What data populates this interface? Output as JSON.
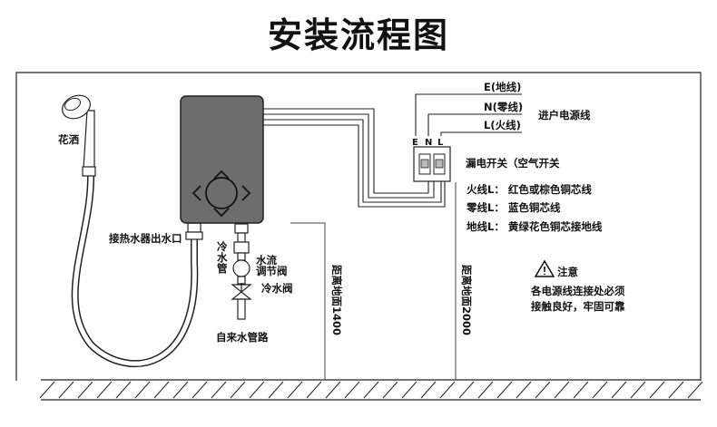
{
  "title": "安装流程图",
  "labels": {
    "shower": "花洒",
    "heater_outlet": "接热水器出水口",
    "cold_pipe_1": "冷",
    "cold_pipe_2": "水",
    "cold_pipe_3": "管",
    "flow_valve_1": "水流",
    "flow_valve_2": "调节阀",
    "cold_valve": "冷水阀",
    "tap_water": "自来水管路",
    "dist_1400": "距离地面1400",
    "dist_2000": "距离地面2000",
    "wire_e": "E(地线)",
    "wire_n": "N(零线)",
    "wire_l": "L(火线)",
    "power_in": "进户电源线",
    "breaker": "漏电开关（空气开关",
    "terminal_e": "E",
    "terminal_n": "N",
    "terminal_l": "L",
    "fire_line": "火线L：  红色或棕色铜芯线",
    "zero_line": "零线L：  蓝色铜芯线",
    "earth_line": "地线L：  黄绿花色铜芯接地线",
    "notice_title": "注意",
    "notice_1": "各电源线连接处必须",
    "notice_2": "接触良好，牢固可靠"
  },
  "icons": [
    "shower-head-icon",
    "warning-triangle-icon",
    "chevron-up-icon",
    "chevron-down-icon",
    "chevron-left-icon",
    "chevron-right-icon"
  ],
  "colors": {
    "heater_body": "#6d6d6d",
    "line": "#222222",
    "background": "#ffffff"
  }
}
